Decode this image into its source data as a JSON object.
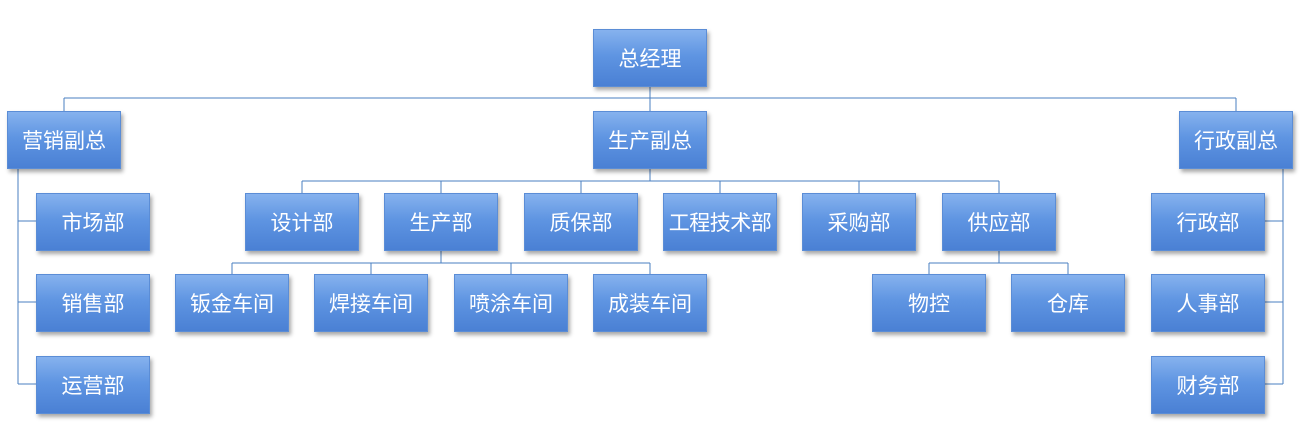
{
  "org_chart": {
    "root": "总经理",
    "vps": {
      "sales": "营销副总",
      "production": "生产副总",
      "admin": "行政副总"
    },
    "sales_depts": [
      "市场部",
      "销售部",
      "运营部"
    ],
    "production_depts": [
      "设计部",
      "生产部",
      "质保部",
      "工程技术部",
      "采购部",
      "供应部"
    ],
    "production_workshops": [
      "钣金车间",
      "焊接车间",
      "喷涂车间",
      "成装车间"
    ],
    "supply_units": [
      "物控",
      "仓库"
    ],
    "admin_depts": [
      "行政部",
      "人事部",
      "财务部"
    ]
  },
  "colors": {
    "node_top": "#86b2ee",
    "node_bottom": "#4a80d4",
    "connector": "#4a7fc1",
    "text": "#ffffff"
  }
}
